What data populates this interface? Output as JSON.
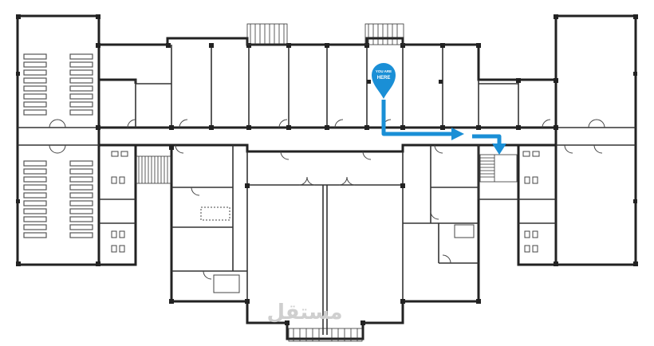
{
  "marker": {
    "line1": "YOU ARE",
    "line2": "HERE",
    "color": "#1a8fd6"
  },
  "route": {
    "color": "#1a8fd6"
  },
  "watermark": {
    "text": "مستقل"
  },
  "colors": {
    "wall": "#222222",
    "floor": "#ffffff",
    "desk": "#555555"
  }
}
